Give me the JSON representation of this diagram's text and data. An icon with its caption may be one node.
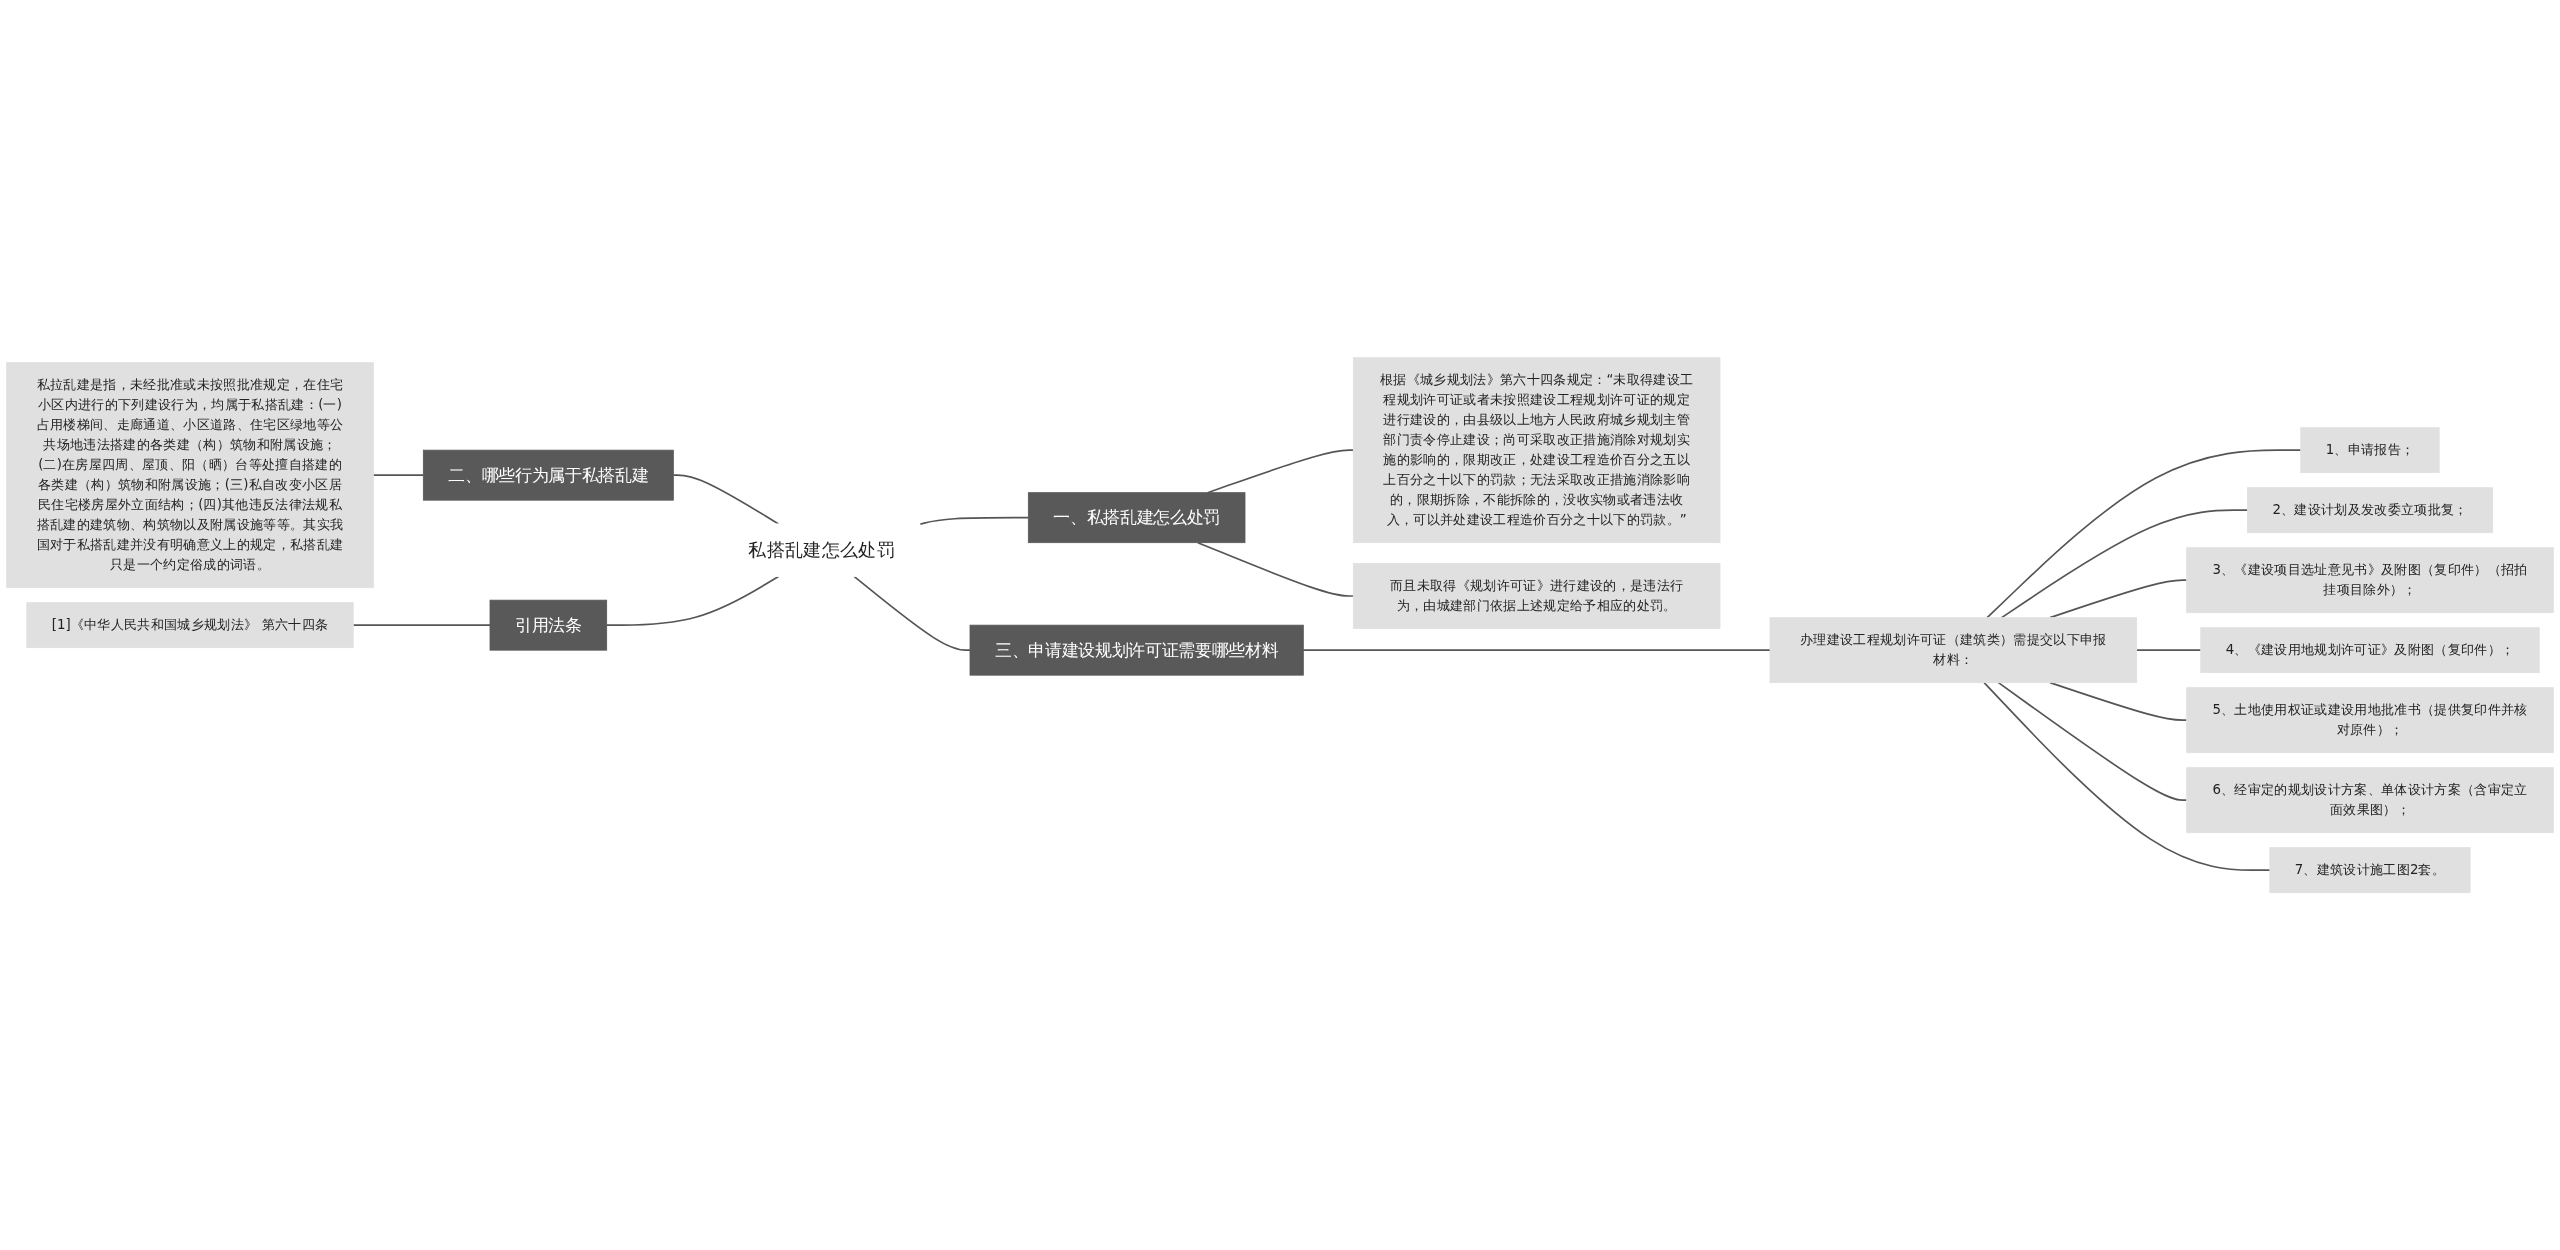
{
  "diagram": {
    "nodes": [
      {
        "text": [
          "私搭乱建怎么处罚"
        ]
      },
      {
        "text": [
          "一、私搭乱建怎么处罚"
        ]
      },
      {
        "text": [
          "根据《城乡规划法》第六十四条规定：“未取得建设工程规划许可证或者未按照建设工程规划许可证的规定进行建设的，由县级以上地方人民政府城乡规划主管部门责令停止建设；尚可采取改正措施消除对规划实施的影响的，限期改正，处建设工程造价百分之五以上百分之十以下的罚款；无法采取改正措施消除影响的，限期拆除，不能拆除的，没收实物或者违法收入，可以并处建设工程造价百分之十以下的罚款。”"
        ]
      },
      {
        "text": [
          "而且未取得《规划许可证》进行建设的，是违法行为，由城建部门依据上述规定给予相应的处罚。"
        ]
      },
      {
        "text": [
          "二、哪些行为属于私搭乱建"
        ]
      },
      {
        "text": [
          "私拉乱建是指，未经批准或未按照批准规定，在住宅小区内进行的下列建设行为，均属于私搭乱建：(一)占用楼梯间、走廊通道、小区道路、住宅区绿地等公共场地违法搭建的各类建（构）筑物和附属设施；(二)在房屋四周、屋顶、阳（晒）台等处擅自搭建的各类建（构）筑物和附属设施；(三)私自改变小区居民住宅楼房屋外立面结构；(四)其他违反法律法规私搭乱建的建筑物、构筑物以及附属设施等等。其实我国对于私搭乱建并没有明确意义上的规定，私搭乱建只是一个约定俗成的词语。"
        ]
      },
      {
        "text": [
          "三、申请建设规划许可证需要哪些材料"
        ]
      },
      {
        "text": [
          "办理建设工程规划许可证（建筑类）需提交以下申报材料："
        ]
      },
      {
        "text": [
          "1、申请报告；"
        ]
      },
      {
        "text": [
          "2、建设计划及发改委立项批复；"
        ]
      },
      {
        "text": [
          "3、《建设项目选址意见书》及附图（复印件）（招拍挂项目除外）；"
        ]
      },
      {
        "text": [
          "4、《建设用地规划许可证》及附图（复印件）；"
        ]
      },
      {
        "text": [
          "5、土地使用权证或建设用地批准书（提供复印件并核对原件）；"
        ]
      },
      {
        "text": [
          "6、经审定的规划设计方案、单体设计方案（含审定立面效果图）；"
        ]
      },
      {
        "text": [
          "7、建筑设计施工图2套。"
        ]
      },
      {
        "text": [
          "引用法条"
        ]
      },
      {
        "text": [
          "[1]《中华人民共和国城乡规划法》 第六十四条"
        ]
      }
    ],
    "edges": [
      {
        "from": 0,
        "to": 1,
        "arrow": "none"
      },
      {
        "from": 1,
        "to": 2,
        "arrow": "none"
      },
      {
        "from": 1,
        "to": 3,
        "arrow": "none"
      },
      {
        "from": 0,
        "to": 4,
        "arrow": "none"
      },
      {
        "from": 4,
        "to": 5,
        "arrow": "none"
      },
      {
        "from": 0,
        "to": 6,
        "arrow": "none"
      },
      {
        "from": 6,
        "to": 7,
        "arrow": "none"
      },
      {
        "from": 7,
        "to": 8,
        "arrow": "none"
      },
      {
        "from": 7,
        "to": 9,
        "arrow": "none"
      },
      {
        "from": 7,
        "to": 10,
        "arrow": "none"
      },
      {
        "from": 7,
        "to": 11,
        "arrow": "none"
      },
      {
        "from": 7,
        "to": 12,
        "arrow": "none"
      },
      {
        "from": 7,
        "to": 13,
        "arrow": "none"
      },
      {
        "from": 7,
        "to": 14,
        "arrow": "none"
      },
      {
        "from": 0,
        "to": 15,
        "arrow": "none"
      },
      {
        "from": 15,
        "to": 16,
        "arrow": "none"
      }
    ]
  }
}
